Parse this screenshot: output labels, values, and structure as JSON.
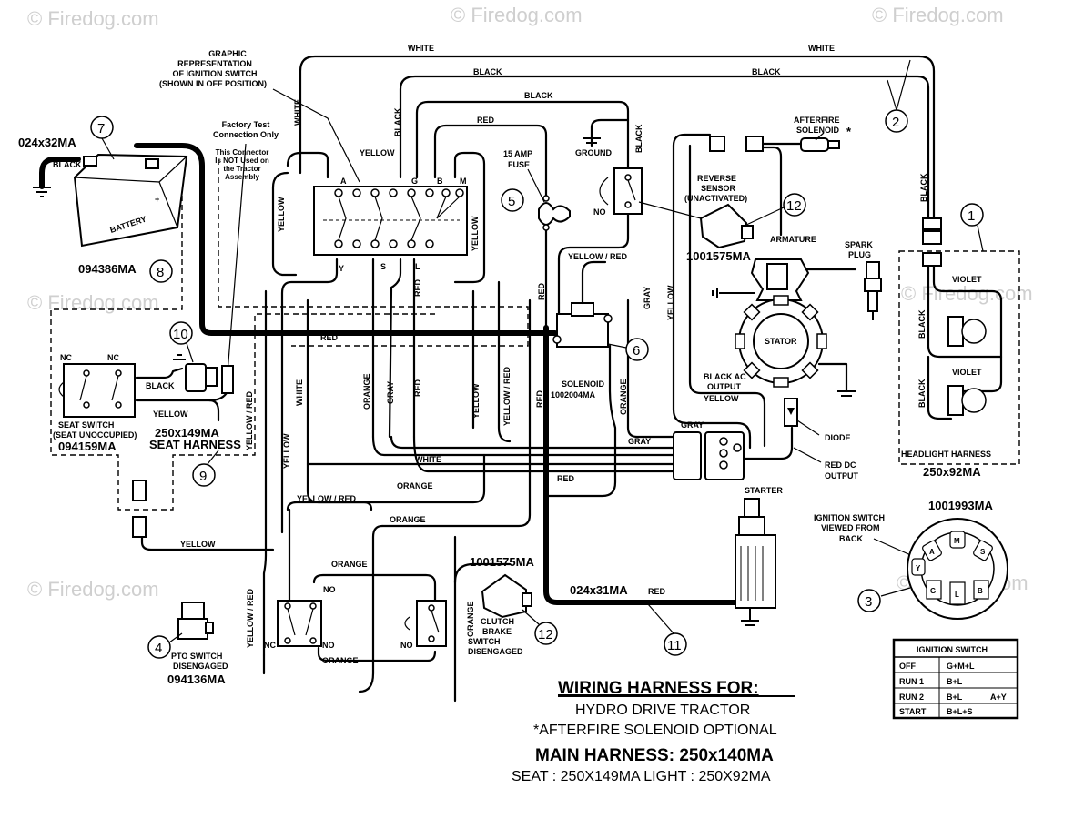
{
  "watermark": "© Firedog.com",
  "wire_colors": {
    "white": "WHITE",
    "black": "BLACK",
    "red": "RED",
    "yellow": "YELLOW",
    "gray": "GRAY",
    "orange": "ORANGE",
    "yellow_red": "YELLOW / RED",
    "violet": "VIOLET",
    "red_dc": "RED DC",
    "yellow_slash": "YELLOW / RED"
  },
  "graphic_note": {
    "l1": "GRAPHIC",
    "l2": "REPRESENTATION",
    "l3": "OF IGNITION SWITCH",
    "l4": "(SHOWN IN OFF POSITION)"
  },
  "factory_test": {
    "l1": "Factory Test",
    "l2": "Connection Only"
  },
  "not_used": {
    "l1": "This Connector",
    "l2": "Is NOT Used on",
    "l3": "the Tractor",
    "l4": "Assembly"
  },
  "battery": {
    "label": "BATTERY",
    "cable_pn": "024x32MA",
    "pn": "094386MA",
    "callout": "8",
    "cable_callout": "7"
  },
  "ignition_block": {
    "a": "A",
    "g": "G",
    "b": "B",
    "m": "M",
    "y": "Y",
    "s": "S",
    "l": "L"
  },
  "fuse": {
    "l1": "15 AMP",
    "l2": "FUSE",
    "callout": "5"
  },
  "ground": "GROUND",
  "no": "NO",
  "nc": "NC",
  "afterfire": {
    "l1": "AFTERFIRE",
    "l2": "SOLENOID",
    "star": "*"
  },
  "reverse": {
    "l1": "REVERSE",
    "l2": "SENSOR",
    "l3": "(UNACTIVATED)",
    "pn": "1001575MA",
    "callout": "12"
  },
  "armature": "ARMATURE",
  "spark": {
    "l1": "SPARK",
    "l2": "PLUG"
  },
  "stator": "STATOR",
  "black_ac": {
    "l1": "BLACK AC",
    "l2": "OUTPUT"
  },
  "diode": "DIODE",
  "red_dc_out": {
    "l1": "RED DC",
    "l2": "OUTPUT"
  },
  "solenoid": {
    "label": "SOLENOID",
    "pn": "1002004MA",
    "callout": "6"
  },
  "callout_1": "1",
  "callout_2": "2",
  "headlight": {
    "title": "HEADLIGHT HARNESS",
    "pn": "250x92MA"
  },
  "seat_switch": {
    "l1": "SEAT SWITCH",
    "l2": "(SEAT UNOCCUPIED)",
    "pn": "094159MA"
  },
  "seat_harness": {
    "pn": "250x149MA",
    "label": "SEAT HARNESS",
    "callout": "9"
  },
  "callout_10": "10",
  "pto": {
    "l1": "PTO SWITCH",
    "l2": "DISENGAGED",
    "pn": "094136MA",
    "callout": "4"
  },
  "clutch": {
    "pn": "1001575MA",
    "l1": "CLUTCH",
    "l2": "BRAKE",
    "l3": "SWITCH",
    "l4": "DISENGAGED",
    "callout": "12"
  },
  "starter": {
    "label": "STARTER",
    "cable_pn": "024x31MA",
    "callout": "11"
  },
  "ign_back": {
    "pn": "1001993MA",
    "l1": "IGNITION SWITCH",
    "l2": "VIEWED FROM",
    "l3": "BACK",
    "callout": "3",
    "t_a": "A",
    "t_m": "M",
    "t_s": "S",
    "t_y": "Y",
    "t_g": "G",
    "t_l": "L",
    "t_b": "B"
  },
  "ign_table": {
    "title": "IGNITION SWITCH",
    "rows": [
      {
        "pos": "OFF",
        "conn": "G+M+L",
        "extra": ""
      },
      {
        "pos": "RUN 1",
        "conn": "B+L",
        "extra": ""
      },
      {
        "pos": "RUN 2",
        "conn": "B+L",
        "extra": "A+Y"
      },
      {
        "pos": "START",
        "conn": "B+L+S",
        "extra": ""
      }
    ]
  },
  "title": {
    "l1": "WIRING HARNESS FOR:",
    "l2": "HYDRO DRIVE TRACTOR",
    "l3": "*AFTERFIRE SOLENOID OPTIONAL",
    "l4": "MAIN HARNESS: 250x140MA",
    "l5": "SEAT : 250X149MA    LIGHT : 250X92MA"
  }
}
